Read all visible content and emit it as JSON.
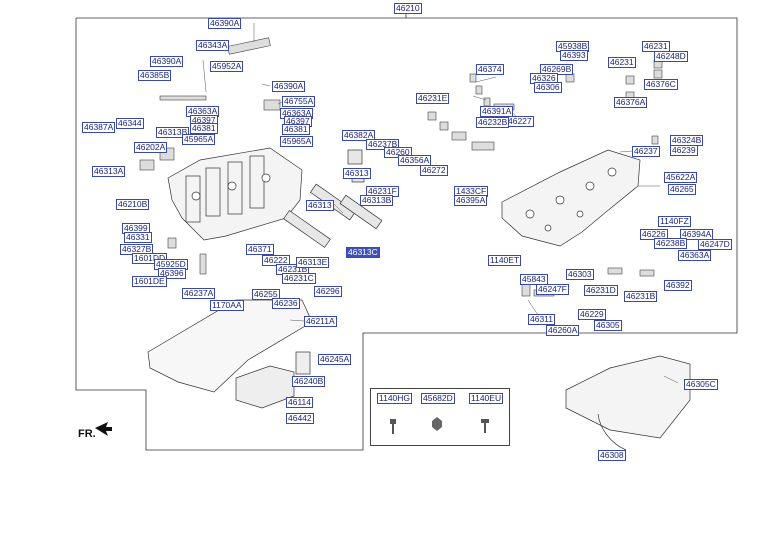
{
  "diagram": {
    "labels": {
      "l46210": "46210",
      "l46390a_1": "46390A",
      "l46343a": "46343A",
      "l46390a_2": "46390A",
      "l46385b": "46385B",
      "l45952a": "45952A",
      "l46390a_3": "46390A",
      "l46755a": "46755A",
      "l46363a_1": "46363A",
      "l46397_1": "46397",
      "l46381_1": "46381",
      "l46313b_1": "46313B",
      "l45965a_1": "45965A",
      "l46363a_2": "46363A",
      "l46397_2": "46397",
      "l46381_2": "46381",
      "l45965a_2": "45965A",
      "l46387a": "46387A",
      "l46344": "46344",
      "l46202a": "46202A",
      "l46313a": "46313A",
      "l46210b": "46210B",
      "l46399": "46399",
      "l46331_1": "46331",
      "l46327b": "46327B",
      "l1601dd": "1601DD",
      "l45925d": "45925D",
      "l46396": "46396",
      "l1601de": "1601DE",
      "l46237a": "46237A",
      "l1170aa": "1170AA",
      "l46382a": "46382A",
      "l46237b": "46237B",
      "l46260_1": "46260",
      "l46356a": "46356A",
      "l46272": "46272",
      "l46313_1": "46313",
      "l46231f": "46231F",
      "l46313b_2": "46313B",
      "l46313_2": "46313",
      "l46313c": "46313C",
      "l46371": "46371",
      "l46222": "46222",
      "l46231b_1": "46231B",
      "l46313e": "46313E",
      "l46231c": "46231C",
      "l46255": "46255",
      "l46296": "46296",
      "l46236": "46236",
      "l46374": "46374",
      "l46231e": "46231E",
      "l46391a": "46391A",
      "l46227": "46227",
      "l46232b": "46232B",
      "l45938b": "45938B",
      "l46393": "46393",
      "l46269b": "46269B",
      "l46326": "46326",
      "l46306": "46306",
      "l46231_1": "46231",
      "l46248d": "46248D",
      "l46231_2": "46231",
      "l46376c": "46376C",
      "l46376a": "46376A",
      "l46324b": "46324B",
      "l46239": "46239",
      "l46237": "46237",
      "l1433cf": "1433CF",
      "l46395a": "46395A",
      "l45622a": "45622A",
      "l46265": "46265",
      "l1140fz": "1140FZ",
      "l46226": "46226",
      "l46394a": "46394A",
      "l46238b": "46238B",
      "l46247d": "46247D",
      "l46363a_3": "46363A",
      "l1140et": "1140ET",
      "l46303": "46303",
      "l46392": "46392",
      "l45843": "45843",
      "l46247f": "46247F",
      "l46231d": "46231D",
      "l46231b_2": "46231B",
      "l46229": "46229",
      "l46311": "46311",
      "l46305": "46305",
      "l46260a": "46260A",
      "l46211a": "46211A",
      "l46245a": "46245A",
      "l46240b": "46240B",
      "l46114": "46114",
      "l46442": "46442",
      "l46305c": "46305C",
      "l46308": "46308"
    },
    "symbols": [
      {
        "code": "1140HG"
      },
      {
        "code": "45682D"
      },
      {
        "code": "1140EU"
      }
    ],
    "front_label": "FR."
  }
}
